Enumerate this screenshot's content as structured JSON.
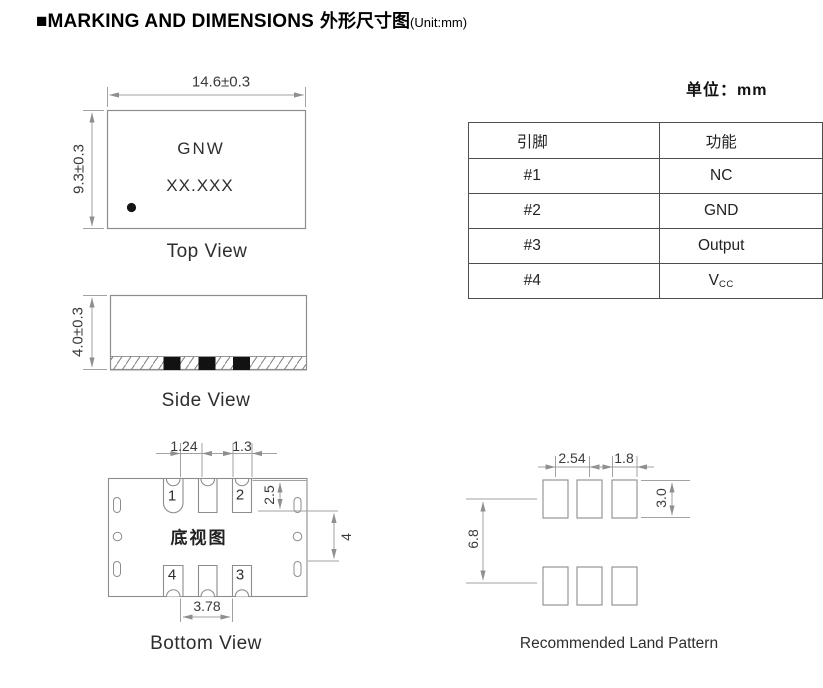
{
  "title": {
    "square": "■",
    "en": "MARKING AND DIMENSIONS",
    "cn": "外形尺寸图",
    "unit_suffix": "(Unit:mm)"
  },
  "unit_note": "单位：mm",
  "top_view": {
    "label": "Top View",
    "marking_line1": "GNW",
    "marking_line2": "XX.XXX",
    "dim_width": "14.6±0.3",
    "dim_height": "9.3±0.3"
  },
  "side_view": {
    "label": "Side View",
    "dim_height": "4.0±0.3"
  },
  "bottom_view": {
    "label": "Bottom View",
    "center_text": "底视图",
    "pad_numbers": {
      "p1": "1",
      "p2": "2",
      "p3": "3",
      "p4": "4"
    },
    "dims": {
      "pad1_width": "1.24",
      "pad2_width": "1.3",
      "pad_depth": "2.5",
      "inner_gap": "4",
      "bottom_pitch": "3.78"
    }
  },
  "land_pattern": {
    "label": "Recommended Land Pattern",
    "dims": {
      "pad_pitch": "2.54",
      "pad_width": "1.8",
      "pad_height": "3.0",
      "row_spacing": "6.8"
    }
  },
  "pin_table": {
    "headers": [
      "引脚",
      "功能"
    ],
    "rows": [
      {
        "pin": "#1",
        "fn": "NC",
        "fn_sub": ""
      },
      {
        "pin": "#2",
        "fn": "GND",
        "fn_sub": ""
      },
      {
        "pin": "#3",
        "fn": "Output",
        "fn_sub": ""
      },
      {
        "pin": "#4",
        "fn": "V",
        "fn_sub": "CC"
      }
    ]
  },
  "colors": {
    "outline": "#8d8d8d",
    "dimension_line": "#a2a2a2",
    "hatch": "#7a7a7a",
    "pad_fill_black": "#121212",
    "table_border": "#4f4f4f",
    "text": "#3a3a3a",
    "background": "#ffffff"
  }
}
